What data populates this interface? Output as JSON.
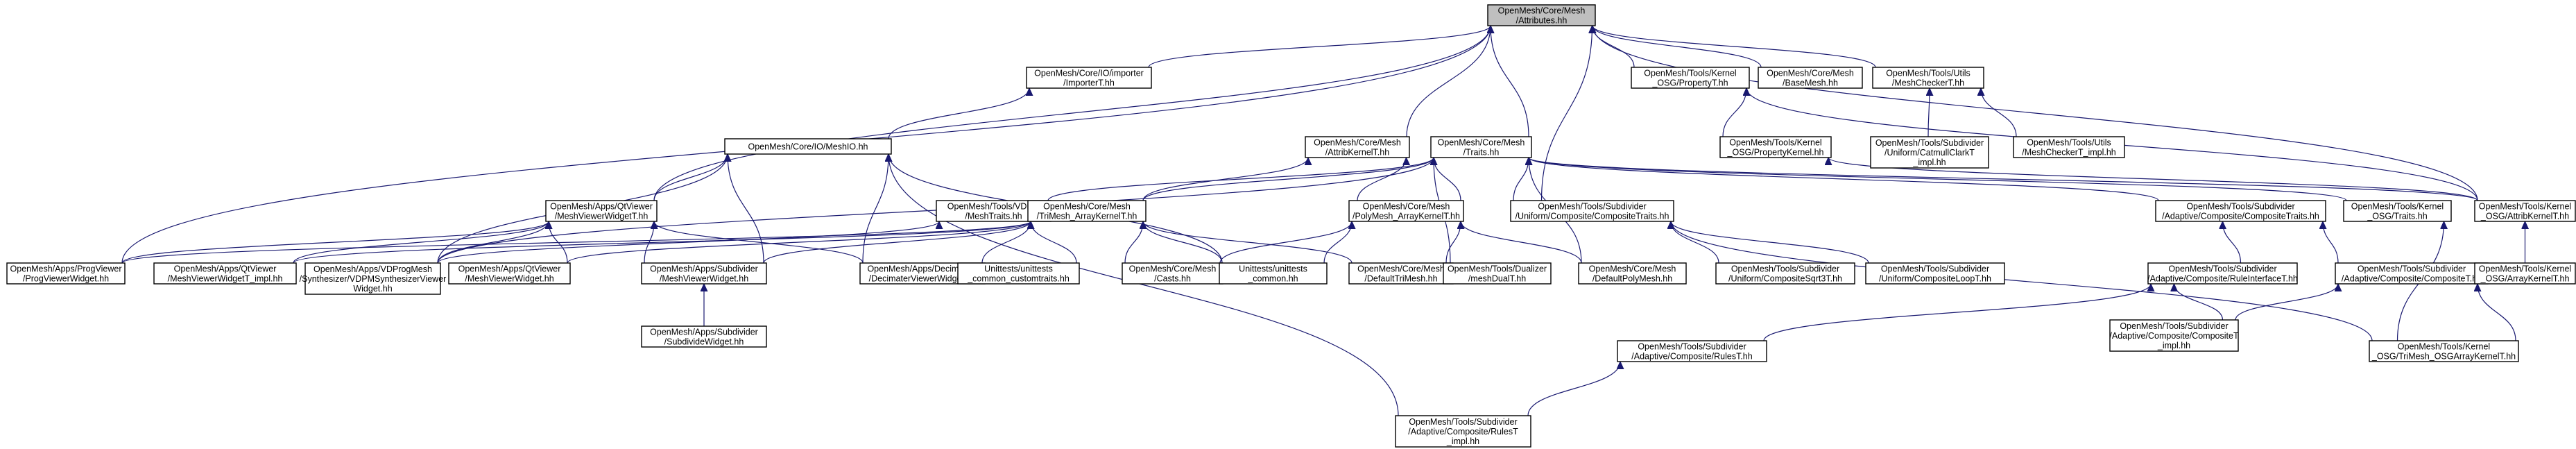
{
  "graph": {
    "nodes": [
      {
        "id": "root",
        "lines": [
          "OpenMesh/Core/Mesh",
          "/Attributes.hh"
        ],
        "root": true
      },
      {
        "id": "importer",
        "lines": [
          "OpenMesh/Core/IO/importer",
          "/ImporterT.hh"
        ]
      },
      {
        "id": "meshio",
        "lines": [
          "OpenMesh/Core/IO/MeshIO.hh"
        ]
      },
      {
        "id": "qtviewer",
        "lines": [
          "OpenMesh/Apps/QtViewer",
          "/MeshViewerWidgetT.hh"
        ]
      },
      {
        "id": "progviewer",
        "lines": [
          "OpenMesh/Apps/ProgViewer",
          "/ProgViewerWidget.hh"
        ]
      },
      {
        "id": "mvwimpl",
        "lines": [
          "OpenMesh/Apps/QtViewer",
          "/MeshViewerWidgetT_impl.hh"
        ]
      },
      {
        "id": "vdpmsynth",
        "lines": [
          "OpenMesh/Apps/VDProgMesh",
          "/Synthesizer/VDPMSynthesizerViewer",
          "Widget.hh"
        ]
      },
      {
        "id": "vdpmtraits",
        "lines": [
          "OpenMesh/Tools/VDPM",
          "/MeshTraits.hh"
        ]
      },
      {
        "id": "qtmvw",
        "lines": [
          "OpenMesh/Apps/QtViewer",
          "/MeshViewerWidget.hh"
        ]
      },
      {
        "id": "subdivmvw",
        "lines": [
          "OpenMesh/Apps/Subdivider",
          "/MeshViewerWidget.hh"
        ]
      },
      {
        "id": "subdivwidget",
        "lines": [
          "OpenMesh/Apps/Subdivider",
          "/SubdivideWidget.hh"
        ]
      },
      {
        "id": "decimating",
        "lines": [
          "OpenMesh/Apps/Decimating",
          "/DecimaterViewerWidget.hh"
        ]
      },
      {
        "id": "trimesh",
        "lines": [
          "OpenMesh/Core/Mesh",
          "/TriMesh_ArrayKernelT.hh"
        ]
      },
      {
        "id": "custtraits",
        "lines": [
          "Unittests/unittests",
          "_common_customtraits.hh"
        ]
      },
      {
        "id": "casts",
        "lines": [
          "OpenMesh/Core/Mesh",
          "/Casts.hh"
        ]
      },
      {
        "id": "unitcommon",
        "lines": [
          "Unittests/unittests",
          "_common.hh"
        ]
      },
      {
        "id": "attribkernel",
        "lines": [
          "OpenMesh/Core/Mesh",
          "/AttribKernelT.hh"
        ]
      },
      {
        "id": "traits",
        "lines": [
          "OpenMesh/Core/Mesh",
          "/Traits.hh"
        ]
      },
      {
        "id": "polymesh",
        "lines": [
          "OpenMesh/Core/Mesh",
          "/PolyMesh_ArrayKernelT.hh"
        ]
      },
      {
        "id": "defaulttri",
        "lines": [
          "OpenMesh/Core/Mesh",
          "/DefaultTriMesh.hh"
        ]
      },
      {
        "id": "dualizer",
        "lines": [
          "OpenMesh/Tools/Dualizer",
          "/meshDualT.hh"
        ]
      },
      {
        "id": "defaultpoly",
        "lines": [
          "OpenMesh/Core/Mesh",
          "/DefaultPolyMesh.hh"
        ]
      },
      {
        "id": "rulest",
        "lines": [
          "OpenMesh/Tools/Subdivider",
          "/Adaptive/Composite/RulesT",
          "_impl.hh"
        ]
      },
      {
        "id": "uniftraits",
        "lines": [
          "OpenMesh/Tools/Subdivider",
          "/Uniform/Composite/CompositeTraits.hh"
        ]
      },
      {
        "id": "sqrt3",
        "lines": [
          "OpenMesh/Tools/Subdivider",
          "/Uniform/CompositeSqrt3T.hh"
        ]
      },
      {
        "id": "loopt",
        "lines": [
          "OpenMesh/Tools/Subdivider",
          "/Uniform/CompositeLoopT.hh"
        ]
      },
      {
        "id": "propertyt",
        "lines": [
          "OpenMesh/Tools/Kernel",
          "_OSG/PropertyT.hh"
        ]
      },
      {
        "id": "propkernel",
        "lines": [
          "OpenMesh/Tools/Kernel",
          "_OSG/PropertyKernel.hh"
        ]
      },
      {
        "id": "basemesh",
        "lines": [
          "OpenMesh/Core/Mesh",
          "/BaseMesh.hh"
        ]
      },
      {
        "id": "meshchecker",
        "lines": [
          "OpenMesh/Tools/Utils",
          "/MeshCheckerT.hh"
        ]
      },
      {
        "id": "catmull",
        "lines": [
          "OpenMesh/Tools/Subdivider",
          "/Uniform/CatmullClarkT",
          "_impl.hh"
        ]
      },
      {
        "id": "checkerimpl",
        "lines": [
          "OpenMesh/Tools/Utils",
          "/MeshCheckerT_impl.hh"
        ]
      },
      {
        "id": "adapttraits",
        "lines": [
          "OpenMesh/Tools/Subdivider",
          "/Adaptive/Composite/CompositeTraits.hh"
        ]
      },
      {
        "id": "ruleiface",
        "lines": [
          "OpenMesh/Tools/Subdivider",
          "/Adaptive/Composite/RuleInterfaceT.hh"
        ]
      },
      {
        "id": "adaptcompt",
        "lines": [
          "OpenMesh/Tools/Subdivider",
          "/Adaptive/Composite/CompositeT.hh"
        ]
      },
      {
        "id": "rulest_hh",
        "lines": [
          "OpenMesh/Tools/Subdivider",
          "/Adaptive/Composite/RulesT.hh"
        ]
      },
      {
        "id": "compimpl",
        "lines": [
          "OpenMesh/Tools/Subdivider",
          "/Adaptive/Composite/CompositeT",
          "_impl.hh"
        ]
      },
      {
        "id": "osgtraits",
        "lines": [
          "OpenMesh/Tools/Kernel",
          "_OSG/Traits.hh"
        ]
      },
      {
        "id": "osgattrib",
        "lines": [
          "OpenMesh/Tools/Kernel",
          "_OSG/AttribKernelT.hh"
        ]
      },
      {
        "id": "osgarray",
        "lines": [
          "OpenMesh/Tools/Kernel",
          "_OSG/ArrayKernelT.hh"
        ]
      },
      {
        "id": "osgtrimesh",
        "lines": [
          "OpenMesh/Tools/Kernel",
          "_OSG/TriMesh_OSGArrayKernelT.hh"
        ]
      }
    ],
    "edges": [
      [
        "importer",
        "root"
      ],
      [
        "meshio",
        "importer"
      ],
      [
        "qtviewer",
        "root"
      ],
      [
        "progviewer",
        "root"
      ],
      [
        "attribkernel",
        "root"
      ],
      [
        "traits",
        "root"
      ],
      [
        "uniftraits",
        "root"
      ],
      [
        "propertyt",
        "root"
      ],
      [
        "basemesh",
        "root"
      ],
      [
        "meshchecker",
        "root"
      ],
      [
        "osgattrib",
        "root"
      ],
      [
        "qtviewer",
        "meshio"
      ],
      [
        "vdpmsynth",
        "meshio"
      ],
      [
        "subdivmvw",
        "meshio"
      ],
      [
        "decimating",
        "meshio"
      ],
      [
        "unitcommon",
        "meshio"
      ],
      [
        "progviewer",
        "qtviewer"
      ],
      [
        "mvwimpl",
        "qtviewer"
      ],
      [
        "vdpmsynth",
        "qtviewer"
      ],
      [
        "qtmvw",
        "qtviewer"
      ],
      [
        "subdivmvw",
        "qtviewer"
      ],
      [
        "decimating",
        "qtviewer"
      ],
      [
        "vdpmsynth",
        "vdpmtraits"
      ],
      [
        "subdivwidget",
        "subdivmvw"
      ],
      [
        "trimesh",
        "attribkernel"
      ],
      [
        "polymesh",
        "attribkernel"
      ],
      [
        "progviewer",
        "trimesh"
      ],
      [
        "mvwimpl",
        "trimesh"
      ],
      [
        "qtmvw",
        "trimesh"
      ],
      [
        "subdivmvw",
        "trimesh"
      ],
      [
        "decimating",
        "trimesh"
      ],
      [
        "custtraits",
        "trimesh"
      ],
      [
        "casts",
        "trimesh"
      ],
      [
        "unitcommon",
        "trimesh"
      ],
      [
        "defaulttri",
        "trimesh"
      ],
      [
        "rulest",
        "meshio"
      ],
      [
        "vdpmtraits",
        "traits"
      ],
      [
        "trimesh",
        "traits"
      ],
      [
        "polymesh",
        "traits"
      ],
      [
        "uniftraits",
        "traits"
      ],
      [
        "adapttraits",
        "traits"
      ],
      [
        "osgtraits",
        "traits"
      ],
      [
        "osgattrib",
        "traits"
      ],
      [
        "defaulttri",
        "traits"
      ],
      [
        "defaultpoly",
        "traits"
      ],
      [
        "vdpmsynth",
        "traits"
      ],
      [
        "casts",
        "polymesh"
      ],
      [
        "unitcommon",
        "polymesh"
      ],
      [
        "dualizer",
        "polymesh"
      ],
      [
        "defaultpoly",
        "polymesh"
      ],
      [
        "sqrt3",
        "uniftraits"
      ],
      [
        "loopt",
        "uniftraits"
      ],
      [
        "propkernel",
        "propertyt"
      ],
      [
        "osgattrib",
        "propertyt"
      ],
      [
        "osgattrib",
        "propkernel"
      ],
      [
        "catmull",
        "meshchecker"
      ],
      [
        "checkerimpl",
        "meshchecker"
      ],
      [
        "ruleiface",
        "adapttraits"
      ],
      [
        "adaptcompt",
        "adapttraits"
      ],
      [
        "rulest_hh",
        "ruleiface"
      ],
      [
        "compimpl",
        "ruleiface"
      ],
      [
        "compimpl",
        "adaptcompt"
      ],
      [
        "rulest",
        "rulest_hh"
      ],
      [
        "osgtrimesh",
        "osgtraits"
      ],
      [
        "osgarray",
        "osgattrib"
      ],
      [
        "osgtrimesh",
        "osgarray"
      ],
      [
        "osgtrimesh",
        "uniftraits"
      ]
    ]
  }
}
